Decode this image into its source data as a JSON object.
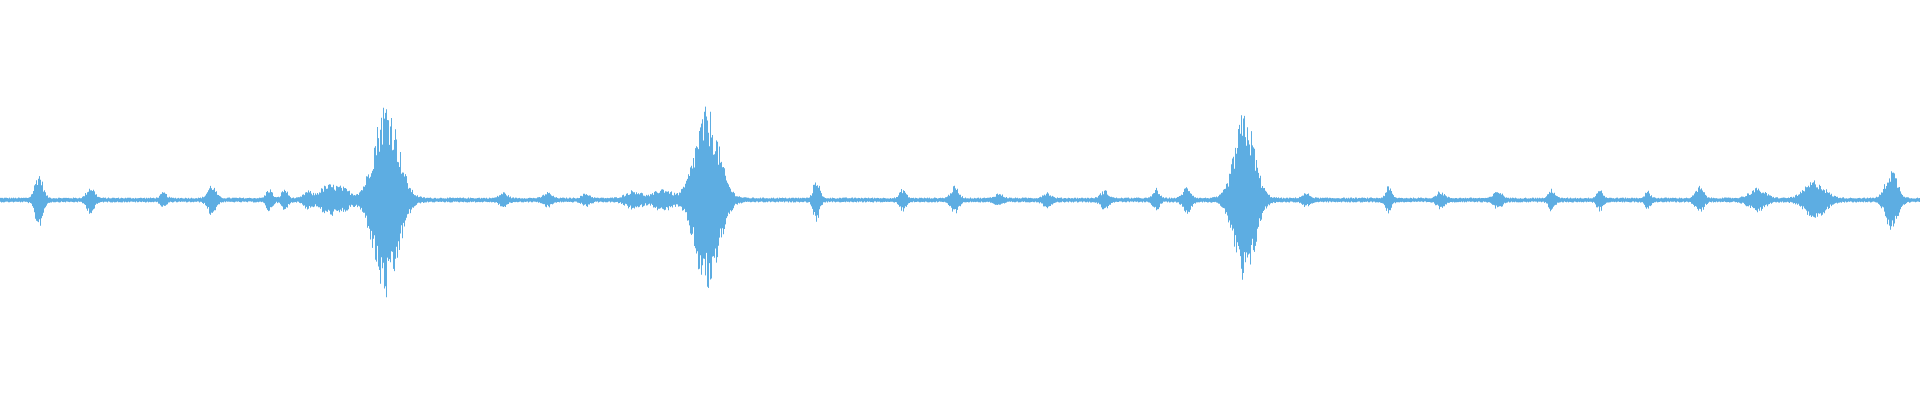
{
  "waveform": {
    "color": "#5dade2",
    "background": "#ffffff",
    "duration_fraction_note": "",
    "bursts": [
      {
        "position": 0.02,
        "amplitude": 0.26,
        "spread": 0.002
      },
      {
        "position": 0.047,
        "amplitude": 0.12,
        "spread": 0.002
      },
      {
        "position": 0.085,
        "amplitude": 0.06,
        "spread": 0.0015
      },
      {
        "position": 0.11,
        "amplitude": 0.14,
        "spread": 0.002
      },
      {
        "position": 0.14,
        "amplitude": 0.1,
        "spread": 0.0015
      },
      {
        "position": 0.148,
        "amplitude": 0.1,
        "spread": 0.0015
      },
      {
        "position": 0.16,
        "amplitude": 0.07,
        "spread": 0.002
      },
      {
        "position": 0.17,
        "amplitude": 0.12,
        "spread": 0.004
      },
      {
        "position": 0.178,
        "amplitude": 0.1,
        "spread": 0.004
      },
      {
        "position": 0.201,
        "amplitude": 1.0,
        "spread": 0.006
      },
      {
        "position": 0.262,
        "amplitude": 0.06,
        "spread": 0.002
      },
      {
        "position": 0.285,
        "amplitude": 0.06,
        "spread": 0.002
      },
      {
        "position": 0.305,
        "amplitude": 0.05,
        "spread": 0.002
      },
      {
        "position": 0.33,
        "amplitude": 0.08,
        "spread": 0.004
      },
      {
        "position": 0.345,
        "amplitude": 0.1,
        "spread": 0.004
      },
      {
        "position": 0.368,
        "amplitude": 0.92,
        "spread": 0.006
      },
      {
        "position": 0.425,
        "amplitude": 0.22,
        "spread": 0.0015
      },
      {
        "position": 0.47,
        "amplitude": 0.1,
        "spread": 0.0015
      },
      {
        "position": 0.497,
        "amplitude": 0.12,
        "spread": 0.002
      },
      {
        "position": 0.52,
        "amplitude": 0.05,
        "spread": 0.002
      },
      {
        "position": 0.545,
        "amplitude": 0.06,
        "spread": 0.002
      },
      {
        "position": 0.575,
        "amplitude": 0.08,
        "spread": 0.002
      },
      {
        "position": 0.602,
        "amplitude": 0.1,
        "spread": 0.0015
      },
      {
        "position": 0.618,
        "amplitude": 0.12,
        "spread": 0.002
      },
      {
        "position": 0.648,
        "amplitude": 0.88,
        "spread": 0.005
      },
      {
        "position": 0.68,
        "amplitude": 0.05,
        "spread": 0.002
      },
      {
        "position": 0.723,
        "amplitude": 0.12,
        "spread": 0.0015
      },
      {
        "position": 0.75,
        "amplitude": 0.07,
        "spread": 0.002
      },
      {
        "position": 0.78,
        "amplitude": 0.08,
        "spread": 0.002
      },
      {
        "position": 0.808,
        "amplitude": 0.1,
        "spread": 0.0015
      },
      {
        "position": 0.833,
        "amplitude": 0.1,
        "spread": 0.0015
      },
      {
        "position": 0.858,
        "amplitude": 0.07,
        "spread": 0.0015
      },
      {
        "position": 0.885,
        "amplitude": 0.12,
        "spread": 0.002
      },
      {
        "position": 0.915,
        "amplitude": 0.1,
        "spread": 0.004
      },
      {
        "position": 0.945,
        "amplitude": 0.18,
        "spread": 0.005
      },
      {
        "position": 0.985,
        "amplitude": 0.3,
        "spread": 0.003
      }
    ],
    "noise_level": 0.025
  }
}
